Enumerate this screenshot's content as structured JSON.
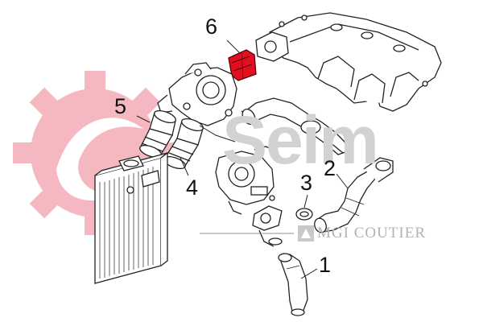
{
  "watermark": {
    "brand": "Seim",
    "company": "MGI COUTIER",
    "gear_color": "#f5b8c0",
    "text_color": "#b3b3b3"
  },
  "highlight_color": "#e2101e",
  "callouts": [
    {
      "id": "callout-1",
      "label": "1",
      "part": "lower-hose"
    },
    {
      "id": "callout-2",
      "label": "2",
      "part": "curved-hose"
    },
    {
      "id": "callout-3",
      "label": "3",
      "part": "clamp-ring"
    },
    {
      "id": "callout-4",
      "label": "4",
      "part": "intercooler-sleeve-right"
    },
    {
      "id": "callout-5",
      "label": "5",
      "part": "intercooler-sleeve-left"
    },
    {
      "id": "callout-6",
      "label": "6",
      "part": "intake-sleeve-highlighted"
    }
  ]
}
